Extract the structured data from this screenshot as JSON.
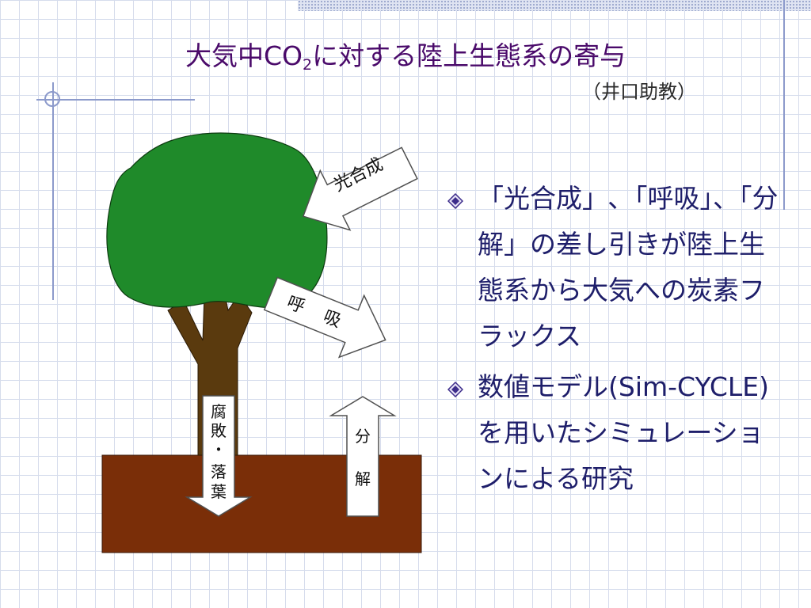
{
  "slide": {
    "title_main": "大気中CO",
    "title_sub": "2",
    "title_rest": "に対する陸上生態系の寄与",
    "author": "（井口助教）"
  },
  "diagram": {
    "photosynthesis": "光合成",
    "respiration_1": "呼",
    "respiration_2": "吸",
    "decay_1": "腐",
    "decay_2": "敗",
    "decay_dot": "・",
    "decay_3": "落",
    "decay_4": "葉",
    "decomp_1": "分",
    "decomp_2": "解"
  },
  "bullets": [
    {
      "text": "「光合成」､「呼吸」、「分解」の差し引きが陸上生態系から大気への炭素フラックス"
    },
    {
      "text": "数値モデル(Sim-CYCLE)を用いたシミュレーションによる研究"
    }
  ],
  "colors": {
    "title": "#4a0a6a",
    "bullet_text": "#1e1e6a",
    "foliage": "#1f8a2a",
    "trunk": "#5a3a0e",
    "soil": "#7a2e08"
  }
}
